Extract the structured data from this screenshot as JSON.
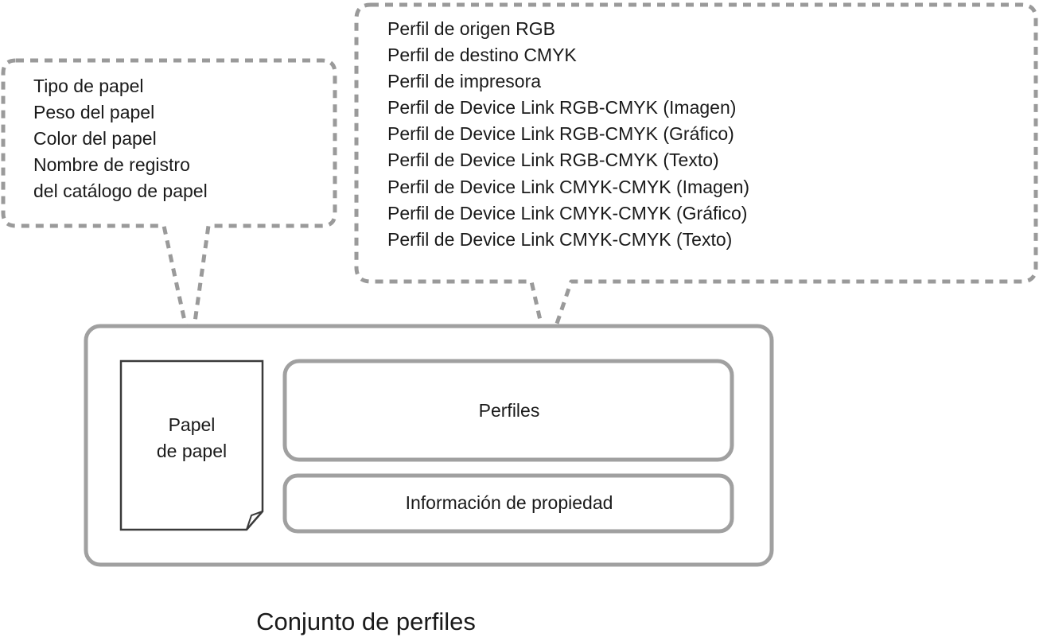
{
  "paper_callout": {
    "lines": [
      "Tipo de papel",
      "Peso del papel",
      "Color del papel",
      "Nombre de registro",
      "del catálogo de papel"
    ]
  },
  "profiles_callout": {
    "lines": [
      "Perfil de origen RGB",
      "Perfil de destino CMYK",
      "Perfil de impresora",
      "Perfil de Device Link RGB-CMYK (Imagen)",
      "Perfil de Device Link RGB-CMYK (Gráfico)",
      "Perfil de Device Link RGB-CMYK (Texto)",
      "Perfil de Device Link CMYK-CMYK (Imagen)",
      "Perfil de Device Link CMYK-CMYK (Gráfico)",
      "Perfil de Device Link CMYK-CMYK (Texto)"
    ]
  },
  "profile_set": {
    "paper_box": {
      "line1": "Papel",
      "line2": "de papel"
    },
    "profiles_box": "Perfiles",
    "property_box": "Información de propiedad",
    "caption": "Conjunto de perfiles"
  },
  "colors": {
    "dashed_border": "#9a9a9a",
    "box_border": "#a0a0a0",
    "paper_border": "#3a3a3a",
    "text": "#1a1a1a"
  }
}
